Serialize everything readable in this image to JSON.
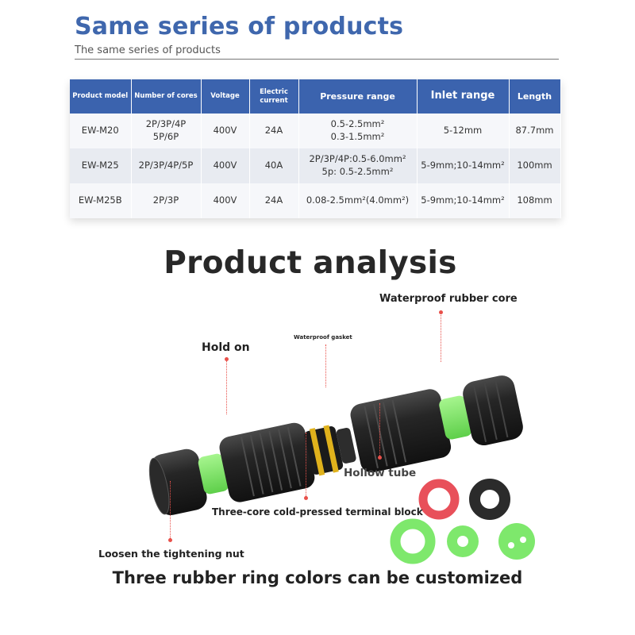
{
  "header": {
    "title": "Same series of products",
    "subtitle": "The same series of products"
  },
  "table": {
    "columns": [
      "Product model",
      "Number of cores",
      "Voltage",
      "Electric current",
      "Pressure range",
      "Inlet range",
      "Length"
    ],
    "rows": [
      {
        "model": "EW-M20",
        "cores": [
          "2P/3P/4P",
          "5P/6P"
        ],
        "voltage": "400V",
        "current": "24A",
        "pressure": [
          "0.5-2.5mm²",
          "0.3-1.5mm²"
        ],
        "inlet": "5-12mm",
        "length": "87.7mm"
      },
      {
        "model": "EW-M25",
        "cores": [
          "2P/3P/4P/5P"
        ],
        "voltage": "400V",
        "current": "40A",
        "pressure": [
          "2P/3P/4P:0.5-6.0mm²",
          "5p: 0.5-2.5mm²"
        ],
        "inlet": "5-9mm;10-14mm²",
        "length": "100mm"
      },
      {
        "model": "EW-M25B",
        "cores": [
          "2P/3P"
        ],
        "voltage": "400V",
        "current": "24A",
        "pressure": [
          "0.08-2.5mm²(4.0mm²)"
        ],
        "inlet": "5-9mm;10-14mm²",
        "length": "108mm"
      }
    ]
  },
  "analysis": {
    "title": "Product analysis",
    "labels": {
      "waterproof_core": "Waterproof rubber core",
      "hold_on": "Hold on",
      "gasket": "Waterproof gasket",
      "hollow_tube": "Hollow tube",
      "terminal_block": "Three-core cold-pressed terminal block",
      "loosen_nut": "Loosen the tightening nut"
    },
    "caption": "Three rubber ring colors can be customized"
  },
  "colors": {
    "title_blue": "#3f67ad",
    "header_blue": "#3b63ae",
    "connector_black": "#1f1f1f",
    "rubber_green": "#7ee86c",
    "accent_yellow": "#e0b21c",
    "ring_red": "#e8505a",
    "ring_black": "#2b2b2b",
    "leader_red": "#e8504a"
  }
}
